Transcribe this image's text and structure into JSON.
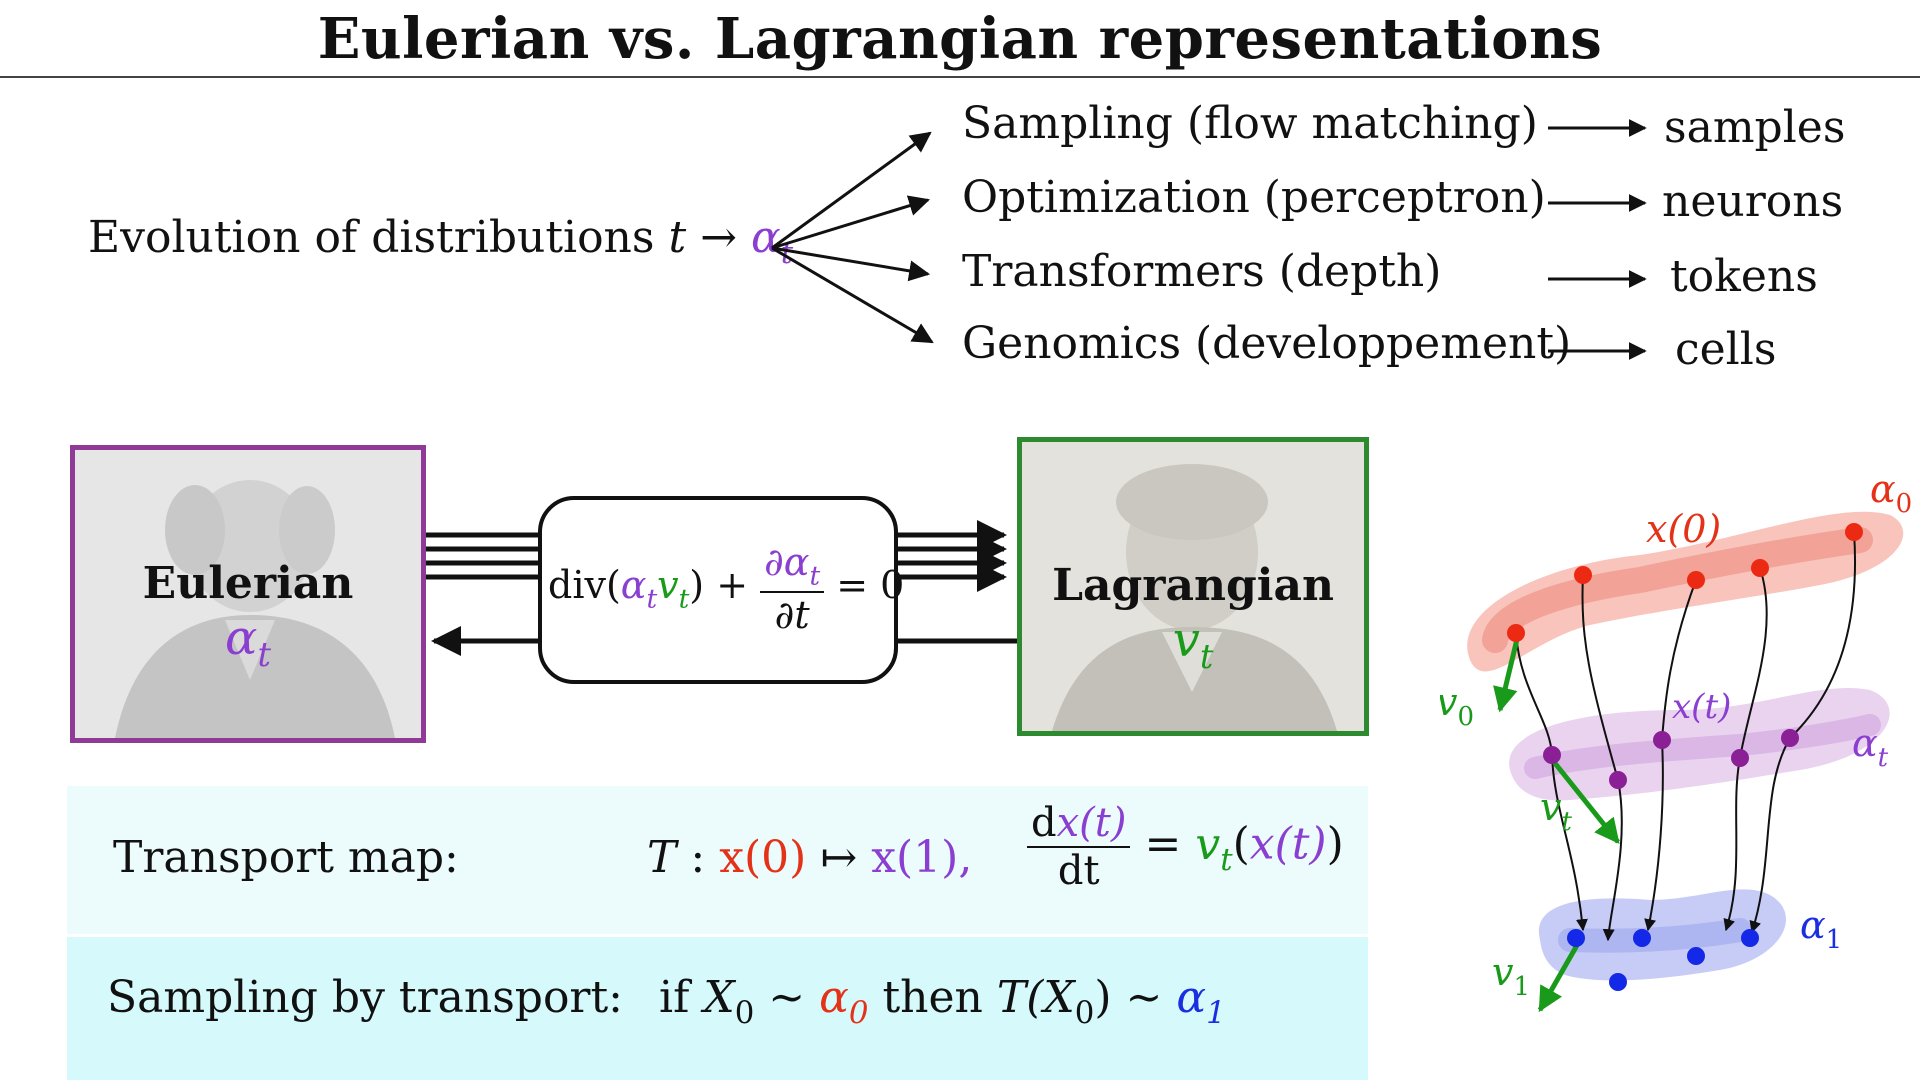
{
  "title": "Eulerian vs. Lagrangian representations",
  "evolution": {
    "text": "Evolution of distributions",
    "t": "t",
    "arrow": "→",
    "alpha": "α",
    "alpha_sub": "t"
  },
  "branches": [
    {
      "label": "Sampling (flow matching)",
      "result": "samples"
    },
    {
      "label": "Optimization (perceptron)",
      "result": "neurons"
    },
    {
      "label": "Transformers (depth)",
      "result": "tokens"
    },
    {
      "label": "Genomics (developpement)",
      "result": "cells"
    }
  ],
  "eulerian": {
    "label": "Eulerian",
    "symbol": "α",
    "symbol_sub": "t"
  },
  "lagrangian": {
    "label": "Lagrangian",
    "symbol": "v",
    "symbol_sub": "t"
  },
  "continuity": {
    "div": "div(",
    "alpha": "α",
    "v": "v",
    "sub": "t",
    "close": ") +",
    "partial_num": "∂α",
    "partial_den": "∂t",
    "equals": "= 0"
  },
  "transport_map": {
    "label": "Transport map:",
    "T": "T",
    "colon": ":",
    "x0": "x(0)",
    "mapsto": "↦",
    "x1": "x(1),",
    "d_num": "d",
    "xt": "x(t)",
    "d_den": "dt",
    "eq": "=",
    "v": "v",
    "v_sub": "t",
    "open": "(",
    "close": ")"
  },
  "sampling": {
    "label": "Sampling by transport:",
    "if": "if",
    "X": "X",
    "sub0": "0",
    "sim": "∼",
    "alpha": "α",
    "sub1": "1",
    "then": "then",
    "T": "T("
  },
  "flow_figure": {
    "alpha0": "α",
    "alpha0_sub": "0",
    "x0": "x(0)",
    "xt": "x(t)",
    "alphat": "α",
    "alphat_sub": "t",
    "v0": "v",
    "v0_sub": "0",
    "vt": "v",
    "vt_sub": "t",
    "v1": "v",
    "v1_sub": "1",
    "alpha1": "α",
    "alpha1_sub": "1"
  },
  "colors": {
    "purple": "#8a3fd0",
    "green": "#1a9a1a",
    "red": "#e43218",
    "blue": "#1a2fe0",
    "euler_frame": "#8e3a96",
    "lagrange_frame": "#2e8a2e",
    "panel_light": "#ecfcfd",
    "panel_dark": "#d6f9fc"
  }
}
